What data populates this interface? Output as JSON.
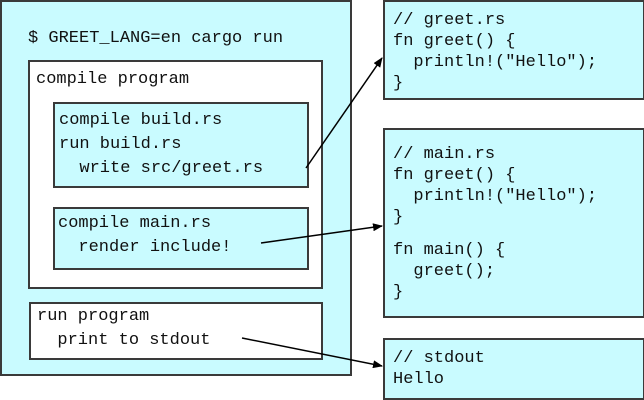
{
  "command": "$ GREET_LANG=en cargo run",
  "compile_program": {
    "title": "compile program",
    "build_step": [
      "compile build.rs",
      "run build.rs",
      "  write src/greet.rs"
    ],
    "main_step": [
      "compile main.rs",
      "  render include!"
    ]
  },
  "run_program": {
    "lines": [
      "run program",
      "  print to stdout"
    ]
  },
  "greet_file": [
    "// greet.rs",
    "fn greet() {",
    "  println!(\"Hello\");",
    "}"
  ],
  "main_file": [
    "// main.rs",
    "fn greet() {",
    "  println!(\"Hello\");",
    "}",
    "",
    "fn main() {",
    "  greet();",
    "}"
  ],
  "stdout_file": [
    "// stdout",
    "Hello"
  ],
  "colors": {
    "box_fill": "#c9fbff",
    "border": "#3a3a3a"
  }
}
